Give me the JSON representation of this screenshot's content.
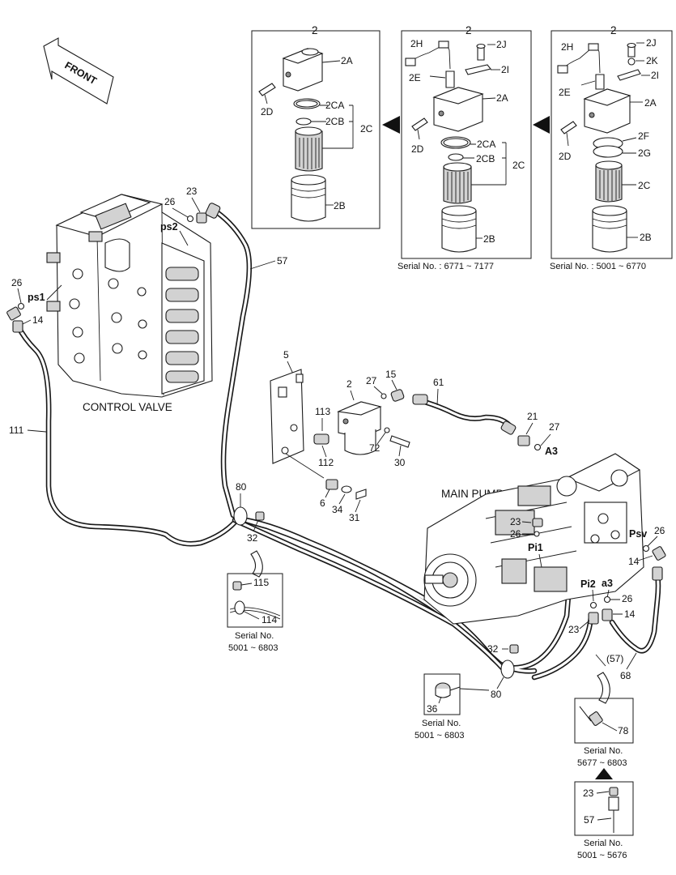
{
  "header": {
    "front_label": "FRONT"
  },
  "boxes": {
    "box1": {
      "number": "2",
      "labels": [
        "2A",
        "2D",
        "2CA",
        "2CB",
        "2C",
        "2B"
      ]
    },
    "box2": {
      "number": "2",
      "labels": [
        "2H",
        "2J",
        "2E",
        "2I",
        "2A",
        "2D",
        "2CA",
        "2CB",
        "2C",
        "2B"
      ],
      "serial": "Serial No. : 6771 ~ 7177"
    },
    "box3": {
      "number": "2",
      "labels": [
        "2H",
        "2J",
        "2K",
        "2I",
        "2E",
        "2A",
        "2D",
        "2F",
        "2G",
        "2C",
        "2B"
      ],
      "serial": "Serial No. : 5001 ~ 6770"
    }
  },
  "control_valve": {
    "title": "CONTROL VALVE",
    "ports": [
      "ps2",
      "ps1"
    ],
    "callouts": [
      "26",
      "23",
      "26",
      "14",
      "111",
      "57"
    ]
  },
  "main_pump": {
    "title": "MAIN PUMP",
    "ports": [
      "Pi1",
      "Psv",
      "Pi2",
      "a3",
      "A3"
    ],
    "callouts": [
      "23",
      "26",
      "26",
      "14",
      "26",
      "14",
      "23",
      "32",
      "(57)",
      "68",
      "80"
    ]
  },
  "filter_assy": {
    "callouts": [
      "5",
      "2",
      "27",
      "15",
      "61",
      "113",
      "72",
      "112",
      "30",
      "21",
      "27",
      "6",
      "34",
      "31"
    ]
  },
  "clamp": {
    "callouts": [
      "80",
      "32"
    ]
  },
  "inset_left": {
    "labels": [
      "115",
      "114"
    ],
    "serial_title": "Serial No.",
    "serial_range": "5001 ~ 6803"
  },
  "inset_mid": {
    "labels": [
      "36"
    ],
    "serial_title": "Serial No.",
    "serial_range": "5001 ~ 6803"
  },
  "inset_right_top": {
    "labels": [
      "78"
    ],
    "serial_title": "Serial No.",
    "serial_range": "5677 ~ 6803"
  },
  "inset_right_bottom": {
    "labels": [
      "23",
      "57"
    ],
    "serial_title": "Serial No.",
    "serial_range": "5001 ~ 5676"
  }
}
